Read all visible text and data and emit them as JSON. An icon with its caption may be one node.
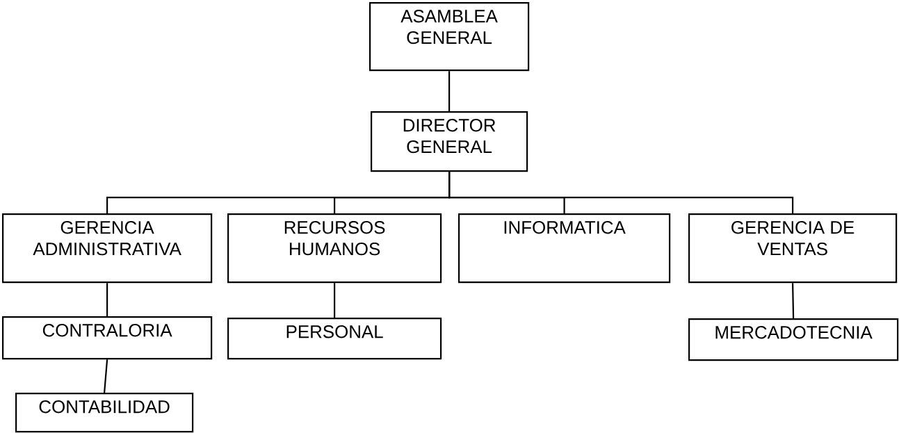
{
  "diagram": {
    "nodes": [
      {
        "text": [
          "ASAMBLEA GENERAL"
        ]
      },
      {
        "text": [
          "DIRECTOR GENERAL"
        ]
      },
      {
        "text": [
          "GERENCIA ADMINISTRATIVA"
        ]
      },
      {
        "text": [
          "RECURSOS HUMANOS"
        ]
      },
      {
        "text": [
          "INFORMATICA"
        ]
      },
      {
        "text": [
          "GERENCIA DE VENTAS"
        ]
      },
      {
        "text": [
          "CONTRALORIA"
        ]
      },
      {
        "text": [
          "PERSONAL"
        ]
      },
      {
        "text": [
          "MERCADOTECNIA"
        ]
      },
      {
        "text": [
          "CONTABILIDAD"
        ]
      }
    ],
    "edges": [
      {
        "from": 0,
        "to": 1,
        "arrow": "none"
      },
      {
        "from": 1,
        "to": 2,
        "arrow": "none"
      },
      {
        "from": 1,
        "to": 3,
        "arrow": "none"
      },
      {
        "from": 1,
        "to": 4,
        "arrow": "none"
      },
      {
        "from": 1,
        "to": 5,
        "arrow": "none"
      },
      {
        "from": 2,
        "to": 6,
        "arrow": "none"
      },
      {
        "from": 3,
        "to": 7,
        "arrow": "none"
      },
      {
        "from": 5,
        "to": 8,
        "arrow": "none"
      },
      {
        "from": 6,
        "to": 9,
        "arrow": "none"
      }
    ]
  }
}
